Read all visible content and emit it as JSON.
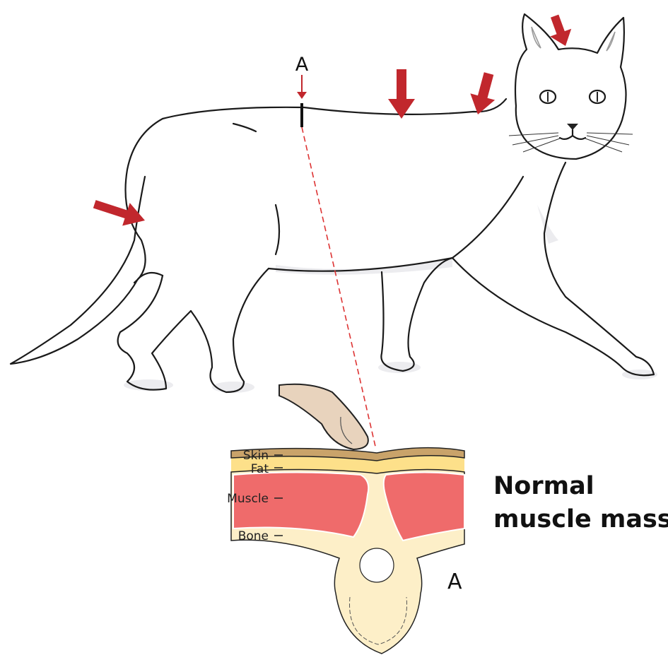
{
  "title": "Normal muscle mass",
  "title_lines": [
    "Normal",
    "muscle mass"
  ],
  "point_label": "A",
  "section_label": "A",
  "layers": [
    "Skin",
    "Fat",
    "Muscle",
    "Bone"
  ],
  "colors": {
    "arrow": "#c1272d",
    "skin": "#c9a36a",
    "fat": "#fde08a",
    "muscle": "#ef6b6b",
    "bone": "#fdefc8",
    "finger": "#e8d3bd"
  }
}
